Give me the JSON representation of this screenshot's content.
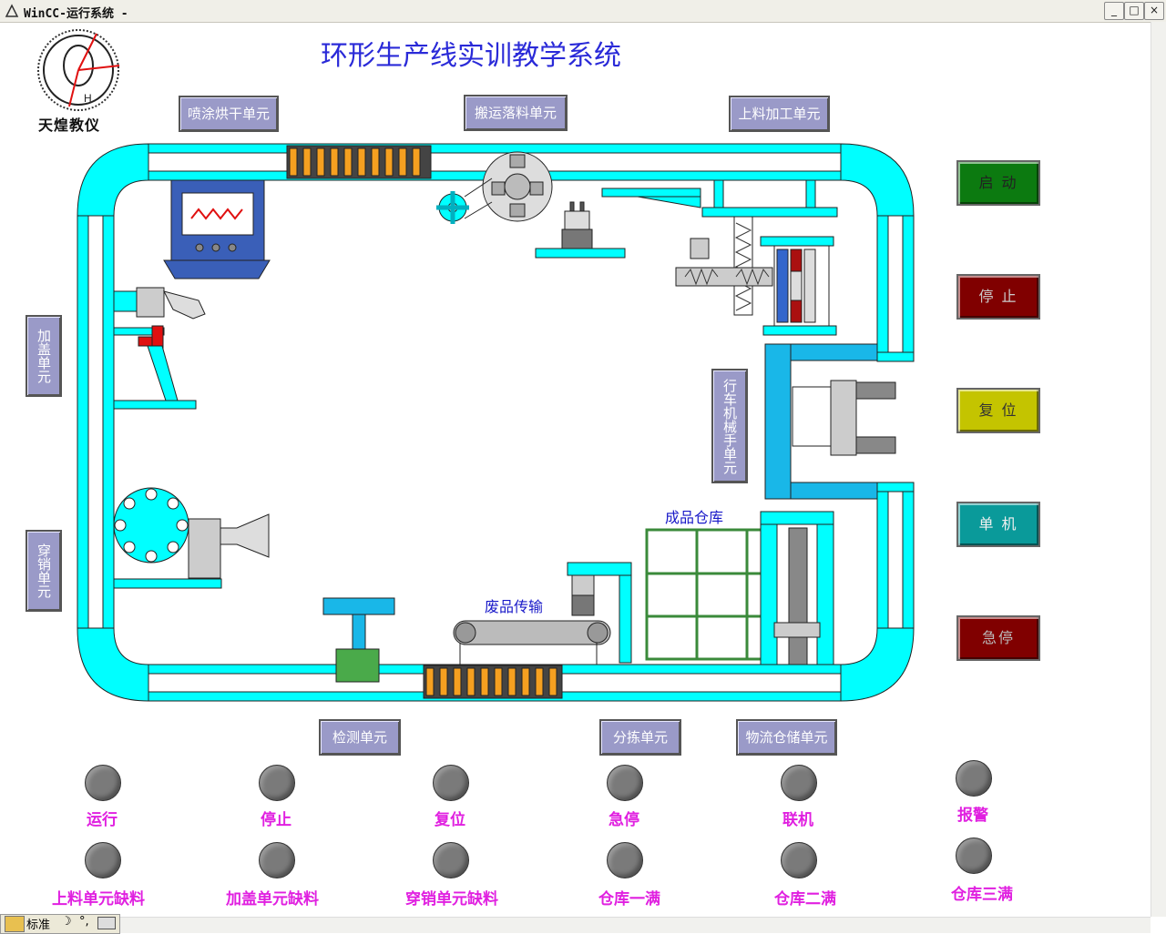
{
  "window": {
    "title": "WinCC-运行系统 -",
    "controls": [
      "_",
      "□",
      "×"
    ]
  },
  "logo": {
    "text": "天煌教仪",
    "mark_letter": "H"
  },
  "title": "环形生产线实训教学系统",
  "units": {
    "spray_dry": "喷涂烘干单元",
    "transfer_drop": "搬运落料单元",
    "feed_process": "上料加工单元",
    "capping": "加盖单元",
    "pinning": "穿销单元",
    "crane_robot": "行车机械手单元",
    "inspection": "检测单元",
    "sorting": "分拣单元",
    "logistics_storage": "物流仓储单元"
  },
  "labels": {
    "finished_warehouse": "成品仓库",
    "waste_conveyor": "废品传输"
  },
  "controls": {
    "start": {
      "label": "启 动",
      "color": "#0c7a10",
      "text_color": "#222222"
    },
    "stop": {
      "label": "停 止",
      "color": "#800000",
      "text_color": "#cccccc"
    },
    "reset": {
      "label": "复 位",
      "color": "#c4c400",
      "text_color": "#333333"
    },
    "single": {
      "label": "单 机",
      "color": "#0a9a9a",
      "text_color": "#f0f0f0"
    },
    "estop": {
      "label": "急停",
      "color": "#800000",
      "text_color": "#bbbbbb"
    }
  },
  "indicators": [
    {
      "label": "运行"
    },
    {
      "label": "停止"
    },
    {
      "label": "复位"
    },
    {
      "label": "急停"
    },
    {
      "label": "联机"
    },
    {
      "label": "报警"
    },
    {
      "label": "上料单元缺料"
    },
    {
      "label": "加盖单元缺料"
    },
    {
      "label": "穿销单元缺料"
    },
    {
      "label": "仓库一满"
    },
    {
      "label": "仓库二满"
    },
    {
      "label": "仓库三满"
    }
  ],
  "status_bar": {
    "ime": "标准"
  },
  "colors": {
    "conveyor": "#00ffff",
    "track": "#19b7e8",
    "button_face": "#9a9ac8",
    "title_blue": "#2a2ad8",
    "indicator_text": "#e020e0"
  }
}
